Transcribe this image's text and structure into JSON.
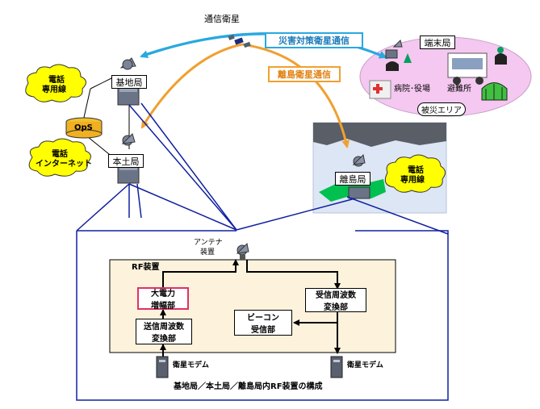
{
  "satellite": {
    "label": "通信衛星"
  },
  "links": {
    "disaster": {
      "label": "災害対策衛星通信",
      "color": "#29a8e0"
    },
    "remote": {
      "label": "離島衛星通信",
      "color": "#f0a030"
    }
  },
  "stations": {
    "base": "基地局",
    "mainland": "本土局",
    "island": "離島局",
    "terminal": "端末局",
    "ops": "OpS"
  },
  "clouds": {
    "phone_dedicated_1": [
      "電話",
      "専用線"
    ],
    "phone_internet": [
      "電話",
      "インターネット"
    ],
    "phone_dedicated_2": [
      "電話",
      "専用線"
    ]
  },
  "disaster_area": {
    "hospital": "病院･役場",
    "shelter": "避難所",
    "area_label": "被災エリア"
  },
  "rf_block": {
    "antenna": [
      "アンテナ",
      "装置"
    ],
    "rf_title": "RF装置",
    "hpa": [
      "大電力",
      "増幅部"
    ],
    "tx_conv": [
      "送信周波数",
      "変換部"
    ],
    "beacon": [
      "ビーコン",
      "受信部"
    ],
    "rx_conv": [
      "受信周波数",
      "変換部"
    ],
    "modem_left": "衛星モデム",
    "modem_right": "衛星モデム",
    "caption": "基地局／本土局／離島局内RF装置の構成"
  },
  "colors": {
    "rf_fill": "#fdf3dc",
    "island_bg": "#dde6f4",
    "disaster_bg": "#f4c8f0",
    "cloud": "#ffff00",
    "island_land": "#00c050",
    "hpa_border": "#e0306a",
    "frame_line": "#1020a0"
  }
}
